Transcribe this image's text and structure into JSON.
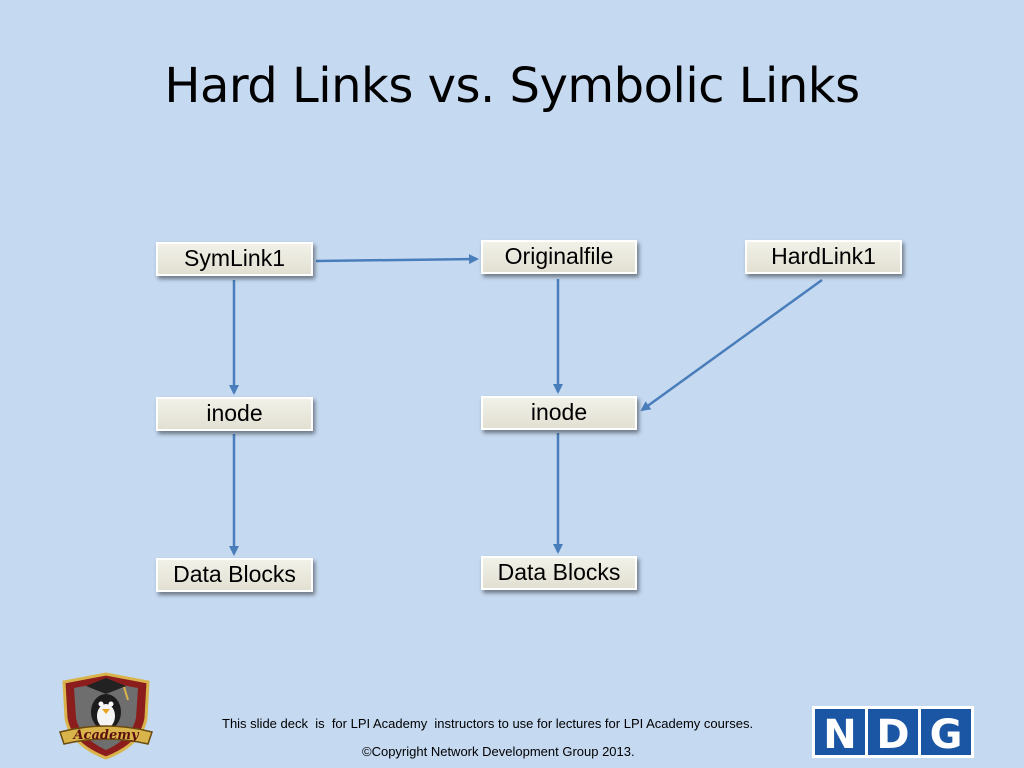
{
  "slide": {
    "title": "Hard Links vs. Symbolic Links"
  },
  "diagram": {
    "nodes": {
      "symlink": "SymLink1",
      "originalfile": "Originalfile",
      "hardlink": "HardLink1",
      "inode_left": "inode",
      "inode_right": "inode",
      "datablocks_left": "Data Blocks",
      "datablocks_right": "Data Blocks"
    },
    "arrow_color": "#4a7ebb",
    "box_fill": "#eeede2"
  },
  "footer": {
    "disclaimer": "This slide deck  is  for LPI Academy  instructors to use for lectures for LPI Academy courses.",
    "copyright": "©Copyright Network Development Group 2013.",
    "lpi_logo_text": "Academy",
    "ndg_logo_letters": [
      "N",
      "D",
      "G"
    ],
    "ndg_color": "#1a56a4"
  }
}
